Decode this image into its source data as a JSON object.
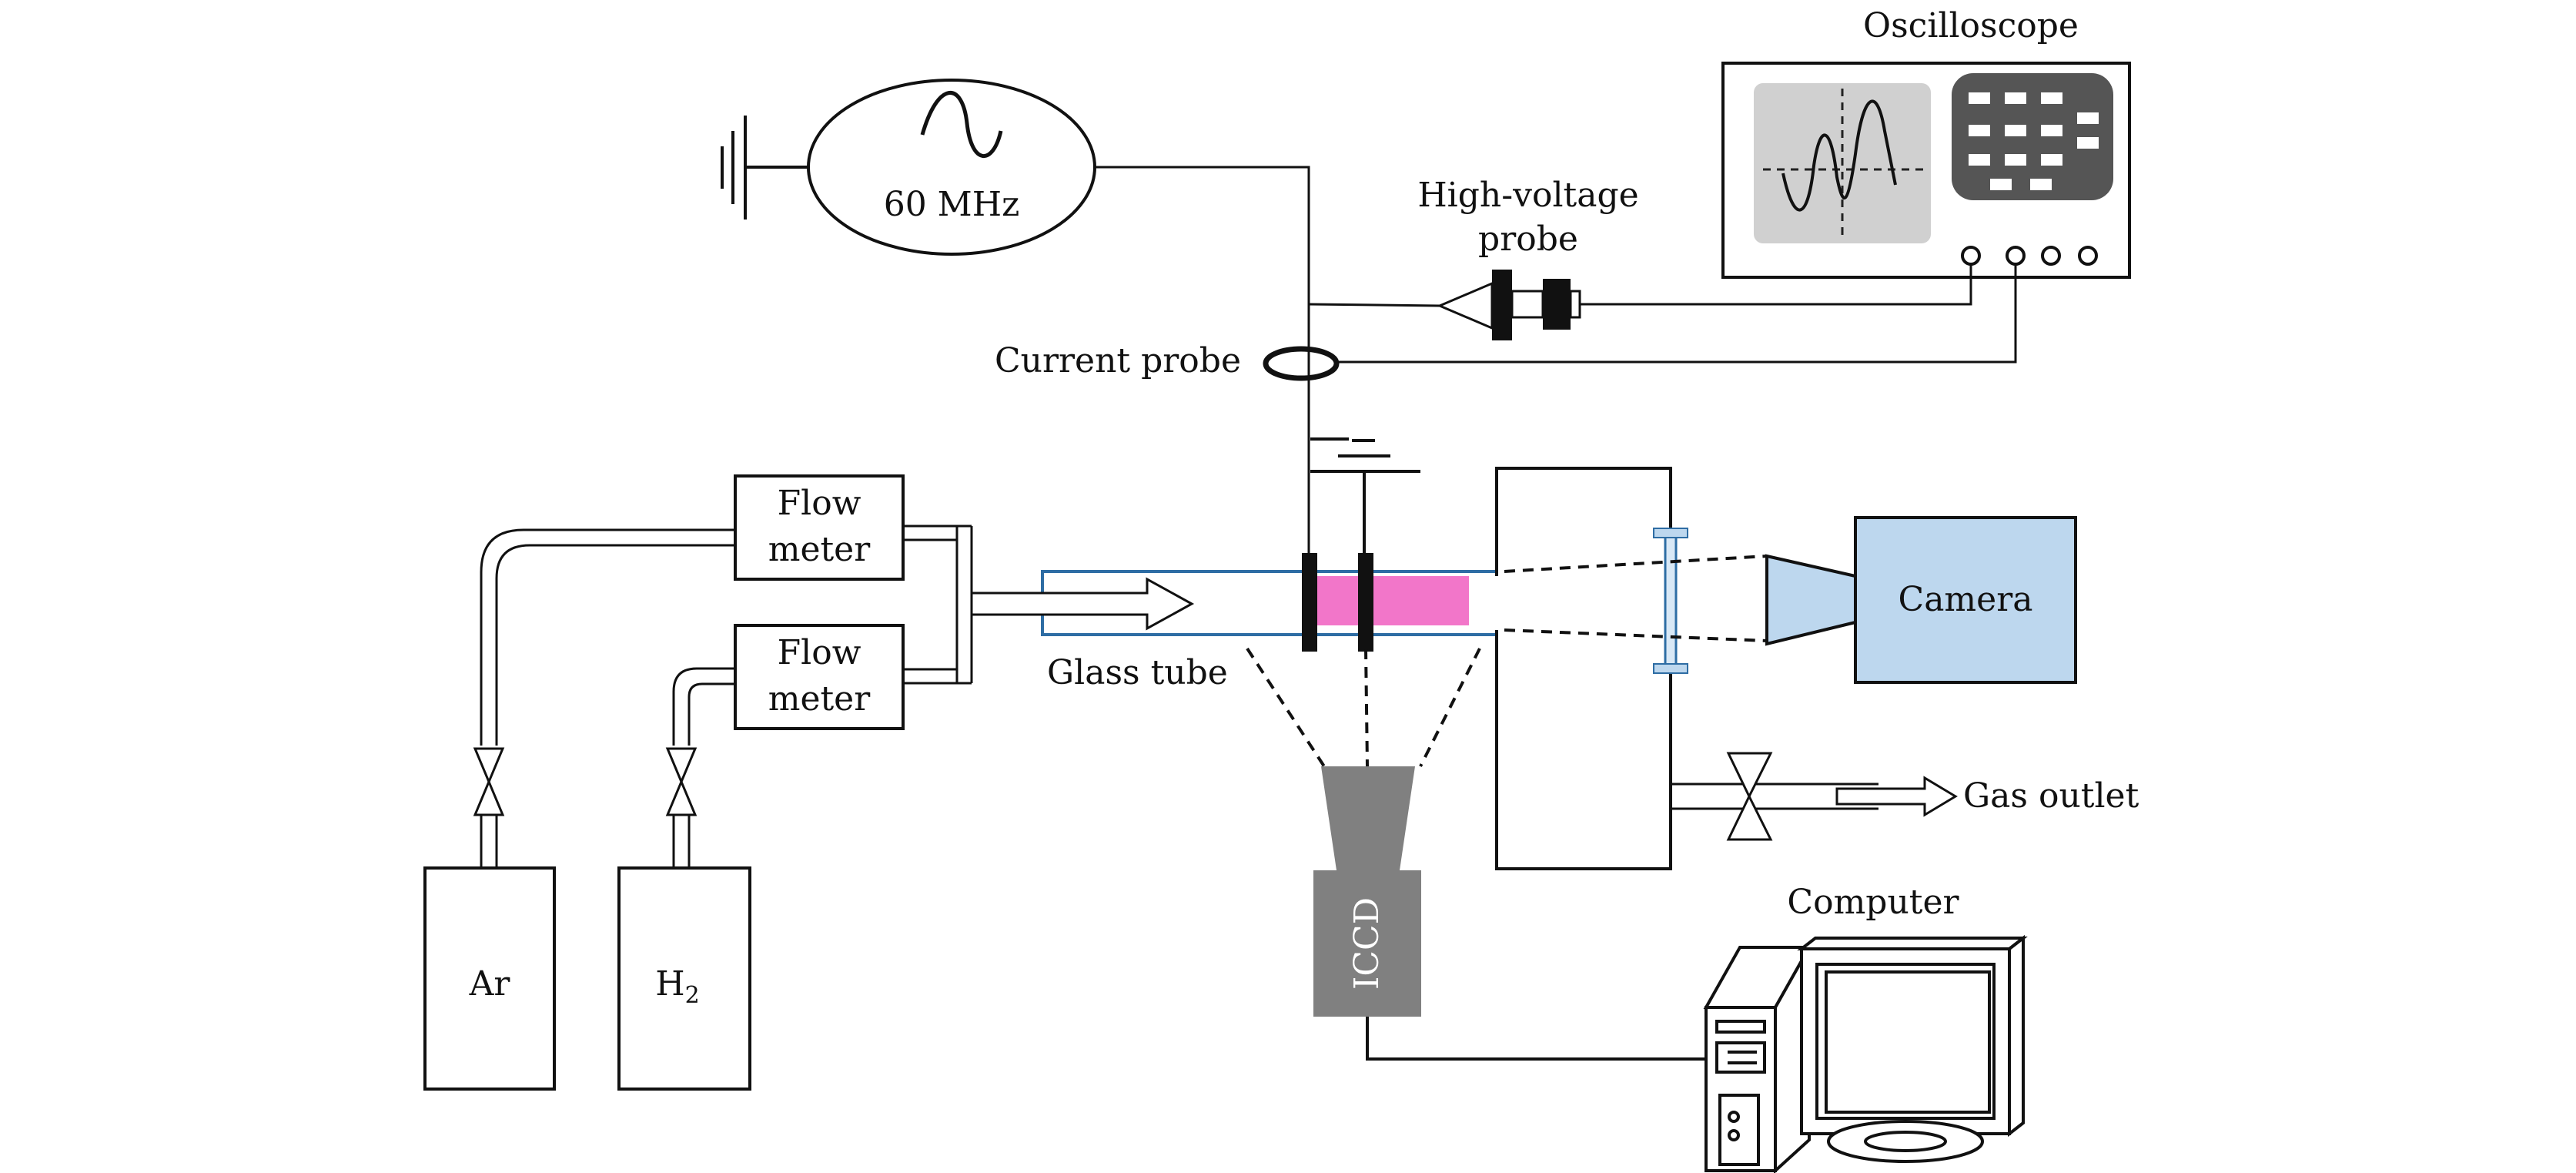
{
  "labels": {
    "oscilloscope": "Oscilloscope",
    "generator_freq": "60 MHz",
    "hv_probe_line1": "High-voltage",
    "hv_probe_line2": "probe",
    "current_probe": "Current probe",
    "flow_meter_top_1": "Flow",
    "flow_meter_top_2": "meter",
    "flow_meter_bottom_1": "Flow",
    "flow_meter_bottom_2": "meter",
    "glass_tube": "Glass tube",
    "camera": "Camera",
    "gas_outlet": "Gas outlet",
    "iccd": "ICCD",
    "computer": "Computer",
    "ar": "Ar",
    "h2_base": "H",
    "h2_sub": "2"
  },
  "colors": {
    "line": "#111111",
    "tube_outline": "#2e6da4",
    "plasma": "#f276c9",
    "camera_fill": "#bdd7ee",
    "iccd_fill": "#808080",
    "scope_screen": "#d0d0d0",
    "scope_panel": "#555555"
  },
  "icons": {
    "rf_source": "sine-wave-icon",
    "ground": "ground-icon",
    "valve": "valve-icon"
  }
}
